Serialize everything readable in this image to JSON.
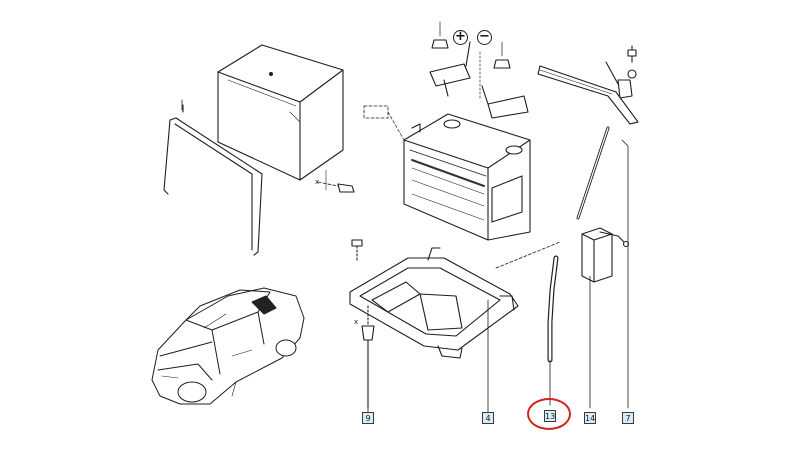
{
  "terminals": {
    "positive": "+",
    "negative": "−"
  },
  "callouts": [
    {
      "id": "ref-9",
      "label": "9"
    },
    {
      "id": "ref-4",
      "label": "4"
    },
    {
      "id": "ref-13",
      "label": "13"
    },
    {
      "id": "ref-14",
      "label": "14"
    },
    {
      "id": "ref-7",
      "label": "7"
    }
  ],
  "marks": {
    "x": "x"
  },
  "highlight": {
    "target": "13",
    "color": "#d0241c"
  }
}
